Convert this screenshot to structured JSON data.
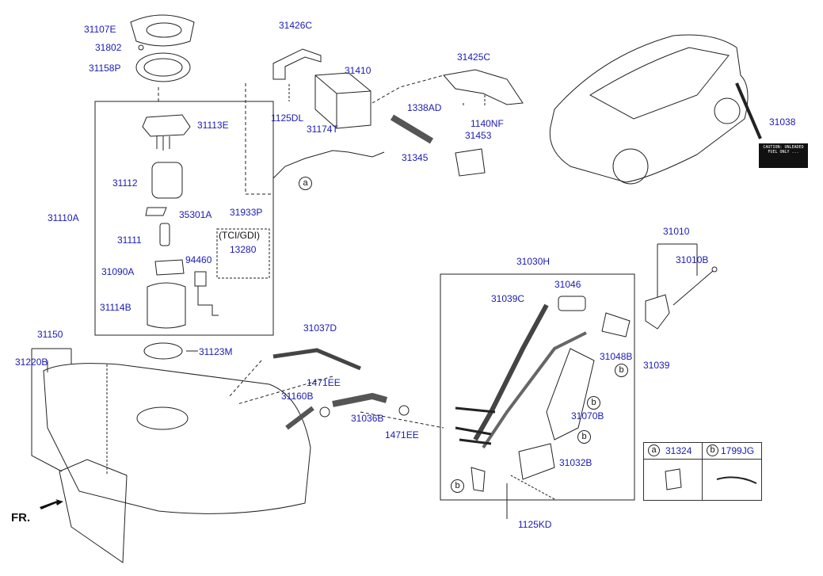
{
  "parts": [
    {
      "id": "p31107E",
      "label": "31107E"
    },
    {
      "id": "p31802",
      "label": "31802"
    },
    {
      "id": "p31158P",
      "label": "31158P"
    },
    {
      "id": "p31113E",
      "label": "31113E"
    },
    {
      "id": "p31112",
      "label": "31112"
    },
    {
      "id": "p35301A",
      "label": "35301A"
    },
    {
      "id": "p31933P",
      "label": "31933P"
    },
    {
      "id": "p31110A",
      "label": "31110A"
    },
    {
      "id": "p31111",
      "label": "31111"
    },
    {
      "id": "p13280",
      "label": "13280"
    },
    {
      "id": "p94460",
      "label": "94460"
    },
    {
      "id": "p31090A",
      "label": "31090A"
    },
    {
      "id": "p31114B",
      "label": "31114B"
    },
    {
      "id": "p31426C",
      "label": "31426C"
    },
    {
      "id": "p31410",
      "label": "31410"
    },
    {
      "id": "p1125DL",
      "label": "1125DL"
    },
    {
      "id": "p31174T",
      "label": "31174T"
    },
    {
      "id": "p31425C",
      "label": "31425C"
    },
    {
      "id": "p1338AD",
      "label": "1338AD"
    },
    {
      "id": "p1140NF",
      "label": "1140NF"
    },
    {
      "id": "p31453",
      "label": "31453"
    },
    {
      "id": "p31345",
      "label": "31345"
    },
    {
      "id": "p31038",
      "label": "31038"
    },
    {
      "id": "p31010",
      "label": "31010"
    },
    {
      "id": "p31010B",
      "label": "31010B"
    },
    {
      "id": "p31030H",
      "label": "31030H"
    },
    {
      "id": "p31046",
      "label": "31046"
    },
    {
      "id": "p31039C",
      "label": "31039C"
    },
    {
      "id": "p31048B",
      "label": "31048B"
    },
    {
      "id": "p31039",
      "label": "31039"
    },
    {
      "id": "p31037D",
      "label": "31037D"
    },
    {
      "id": "p31150",
      "label": "31150"
    },
    {
      "id": "p31220B",
      "label": "31220B"
    },
    {
      "id": "p31123M",
      "label": "31123M"
    },
    {
      "id": "p1471EE_a",
      "label": "1471EE"
    },
    {
      "id": "p31160B",
      "label": "31160B"
    },
    {
      "id": "p31036B",
      "label": "31036B"
    },
    {
      "id": "p1471EE_b",
      "label": "1471EE"
    },
    {
      "id": "p31070B",
      "label": "31070B"
    },
    {
      "id": "p31032B",
      "label": "31032B"
    },
    {
      "id": "p1125KD",
      "label": "1125KD"
    }
  ],
  "variant_note": "(TCI/GDI)",
  "direction_label": "FR.",
  "callout_a": "a",
  "callout_b": "b",
  "legend": {
    "a_key": "a",
    "a_part": "31324",
    "b_key": "b",
    "b_part": "1799JG"
  },
  "decal_text": "CAUTION: UNLEADED FUEL ONLY ... ",
  "colors": {
    "part_label": "#1a1ab4",
    "line": "#222222"
  }
}
